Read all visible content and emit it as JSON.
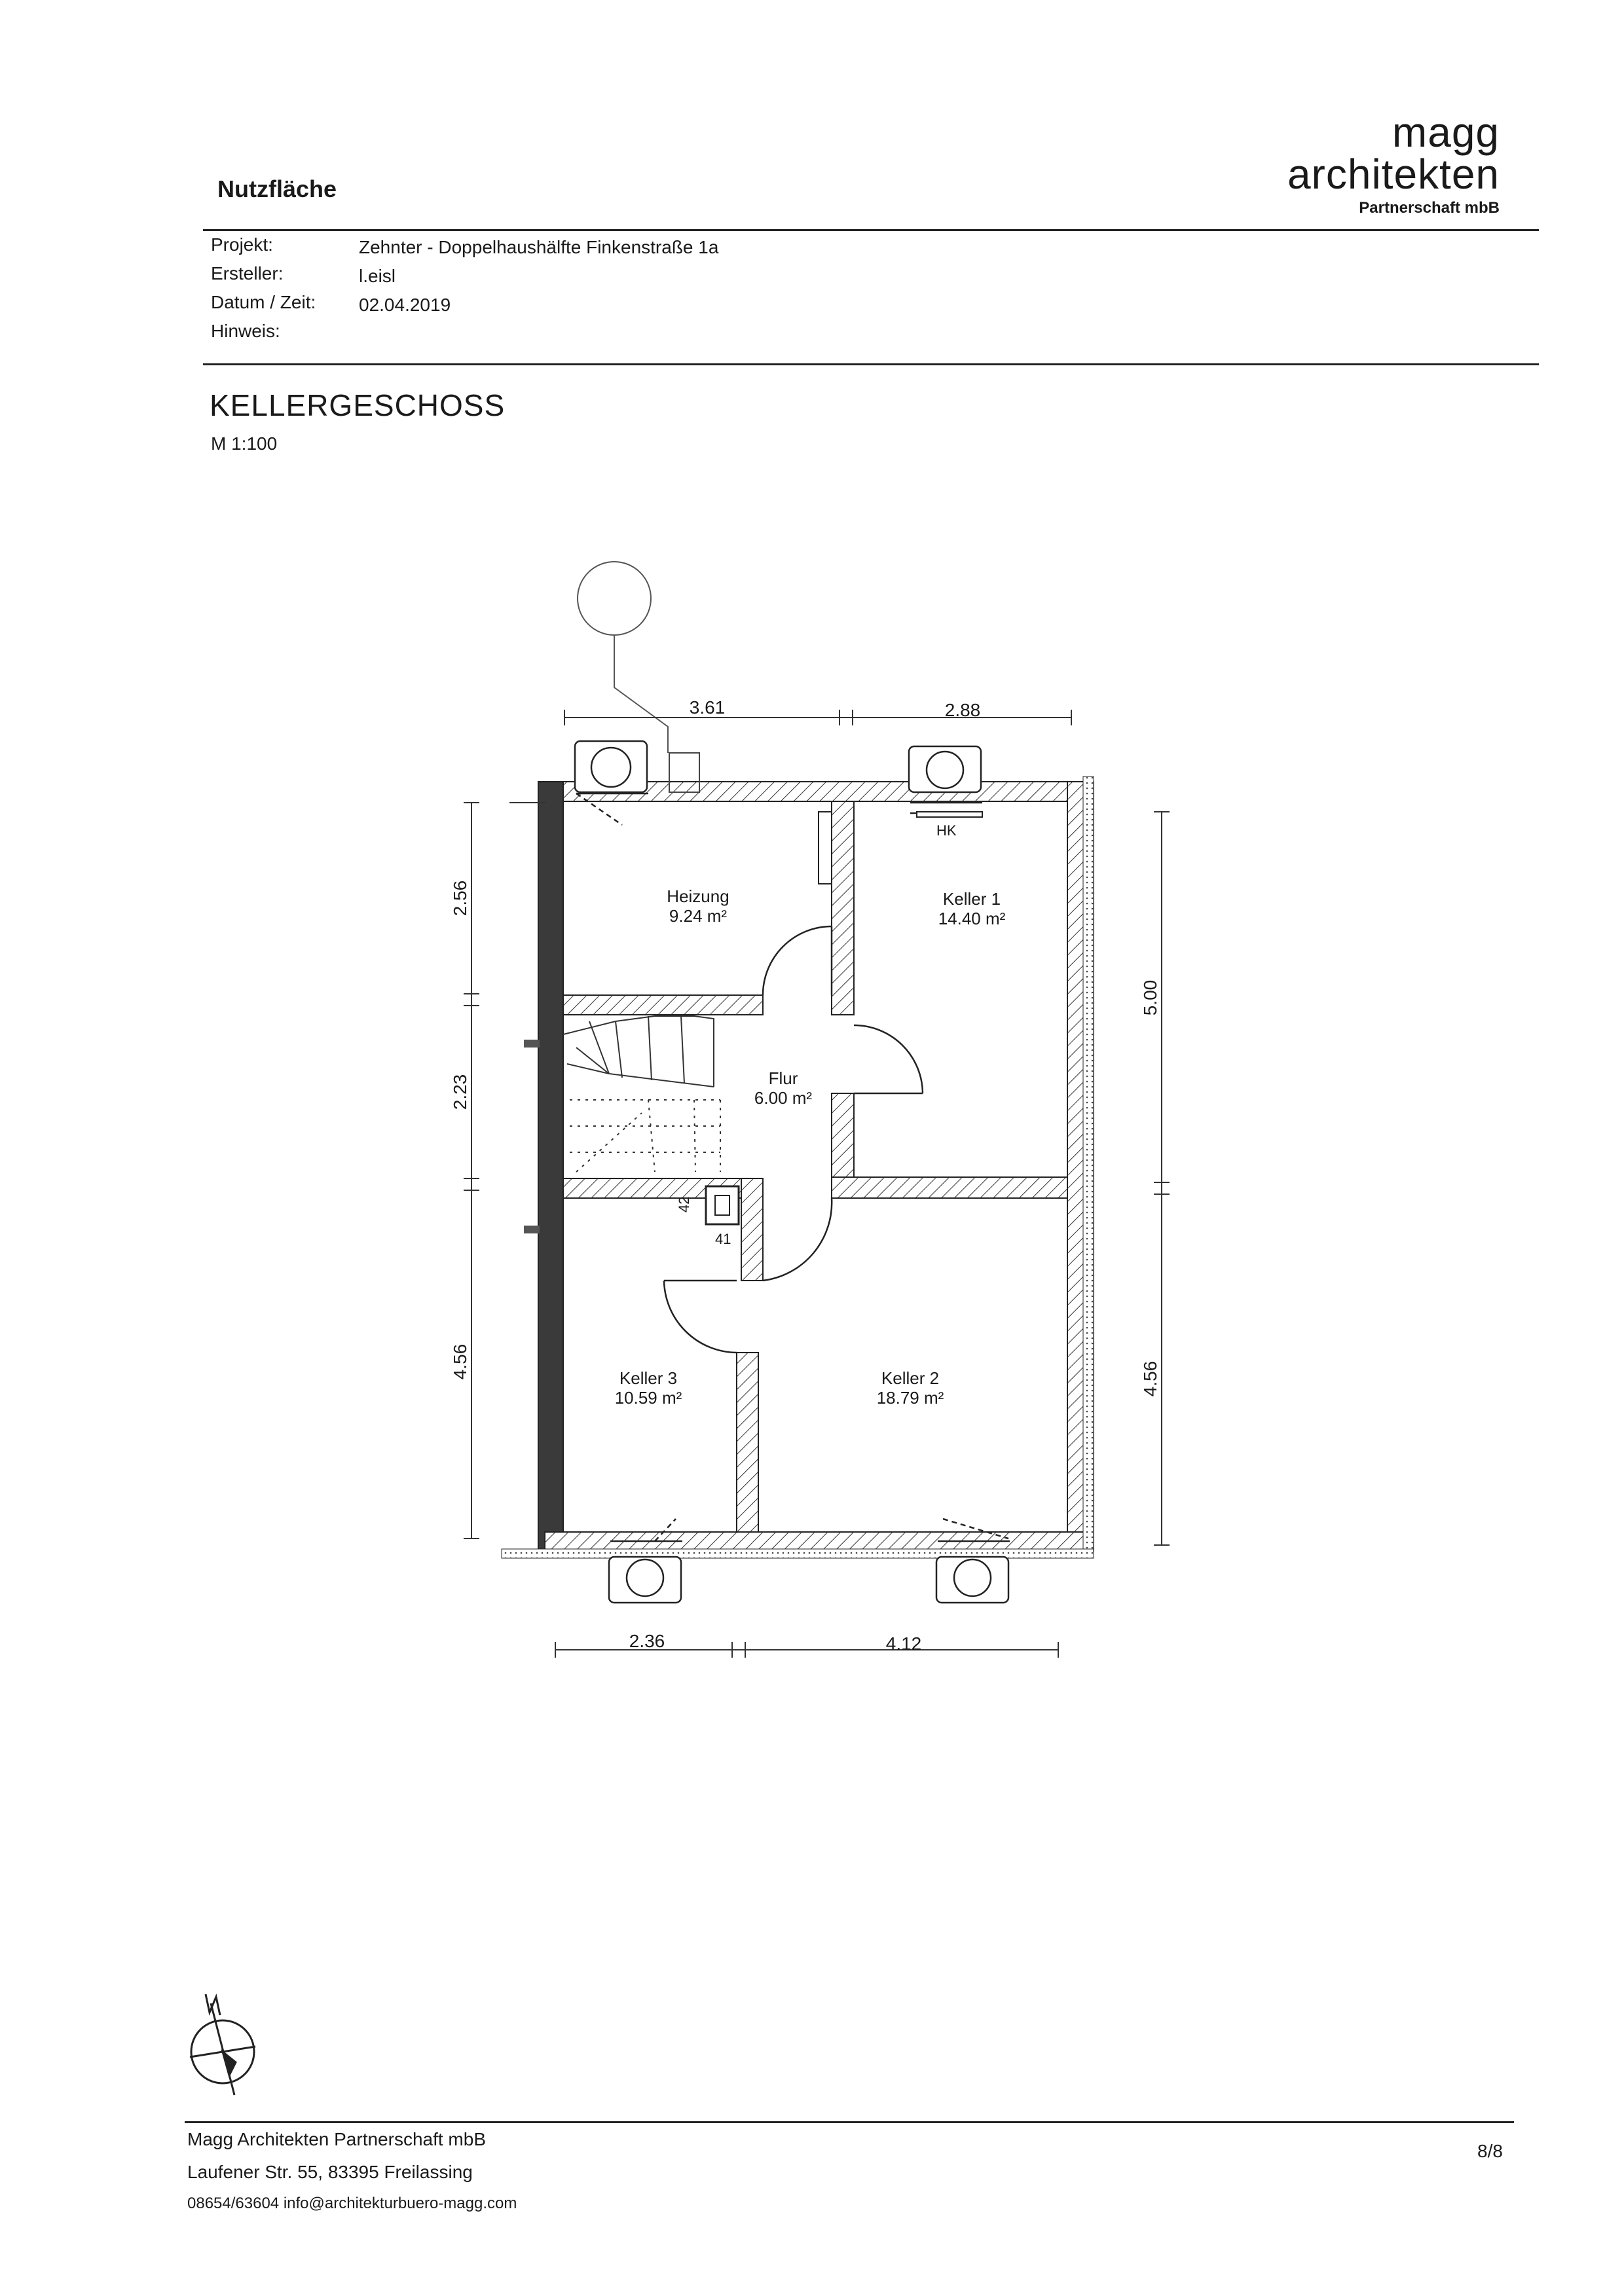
{
  "header": {
    "title": "Nutzfläche",
    "logo_line1": "magg",
    "logo_line2": "architekten",
    "logo_line3": "Partnerschaft mbB"
  },
  "meta": {
    "projekt_label": "Projekt:",
    "projekt_value": "Zehnter - Doppelhaushälfte Finkenstraße 1a",
    "ersteller_label": "Ersteller:",
    "ersteller_value": "l.eisl",
    "datum_label": "Datum / Zeit:",
    "datum_value": "02.04.2019",
    "hinweis_label": "Hinweis:"
  },
  "floor": {
    "title": "KELLERGESCHOSS",
    "scale": "M 1:100"
  },
  "plan": {
    "rooms": [
      {
        "name": "Heizung",
        "area": "9.24 m²"
      },
      {
        "name": "Keller 1",
        "area": "14.40 m²"
      },
      {
        "name": "Flur",
        "area": "6.00 m²"
      },
      {
        "name": "Keller 3",
        "area": "10.59 m²"
      },
      {
        "name": "Keller 2",
        "area": "18.79 m²"
      }
    ],
    "labels": {
      "hk": "HK",
      "chimney_a": "42",
      "chimney_b": "41"
    },
    "dims": {
      "top_left": "3.61",
      "top_right": "2.88",
      "bottom_left": "2.36",
      "bottom_right": "4.12",
      "left_1": "2.56",
      "left_2": "2.23",
      "left_3": "4.56",
      "right_1": "5.00",
      "right_2": "4.56"
    }
  },
  "footer": {
    "company": "Magg Architekten Partnerschaft mbB",
    "address": "Laufener Str. 55, 83395 Freilassing",
    "contact": "08654/63604  info@architekturbuero-magg.com",
    "page": "8/8"
  }
}
